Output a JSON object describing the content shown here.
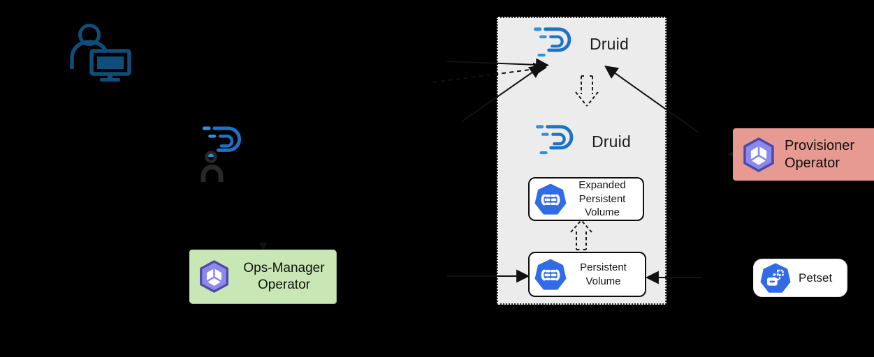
{
  "diagram": {
    "cluster": {
      "druid_top_label": "Druid",
      "druid_bottom_label": "Druid",
      "expanded_pv_label": "Expanded\nPersistent\nVolume",
      "pv_label": "Persistent\nVolume"
    },
    "ops_manager_operator": {
      "label": "Ops-Manager\nOperator"
    },
    "provisioner_operator": {
      "label": "Provisioner\nOperator"
    },
    "petset": {
      "label": "Petset"
    },
    "colors": {
      "background": "#000000",
      "druid_blue": "#1d72c8",
      "druid_blue_light": "#2e93dc",
      "cluster_fill": "#ececec",
      "kubernetes_blue": "#316ce6",
      "operator_icon_purple": "#8b89ee",
      "operator_icon_outline": "#4c49a7",
      "ops_manager_box_green": "#c9e7b5",
      "provisioner_box_salmon": "#e79a91",
      "user_icon_blue": "#0d4e7a",
      "arrow_color": "#111111"
    }
  }
}
